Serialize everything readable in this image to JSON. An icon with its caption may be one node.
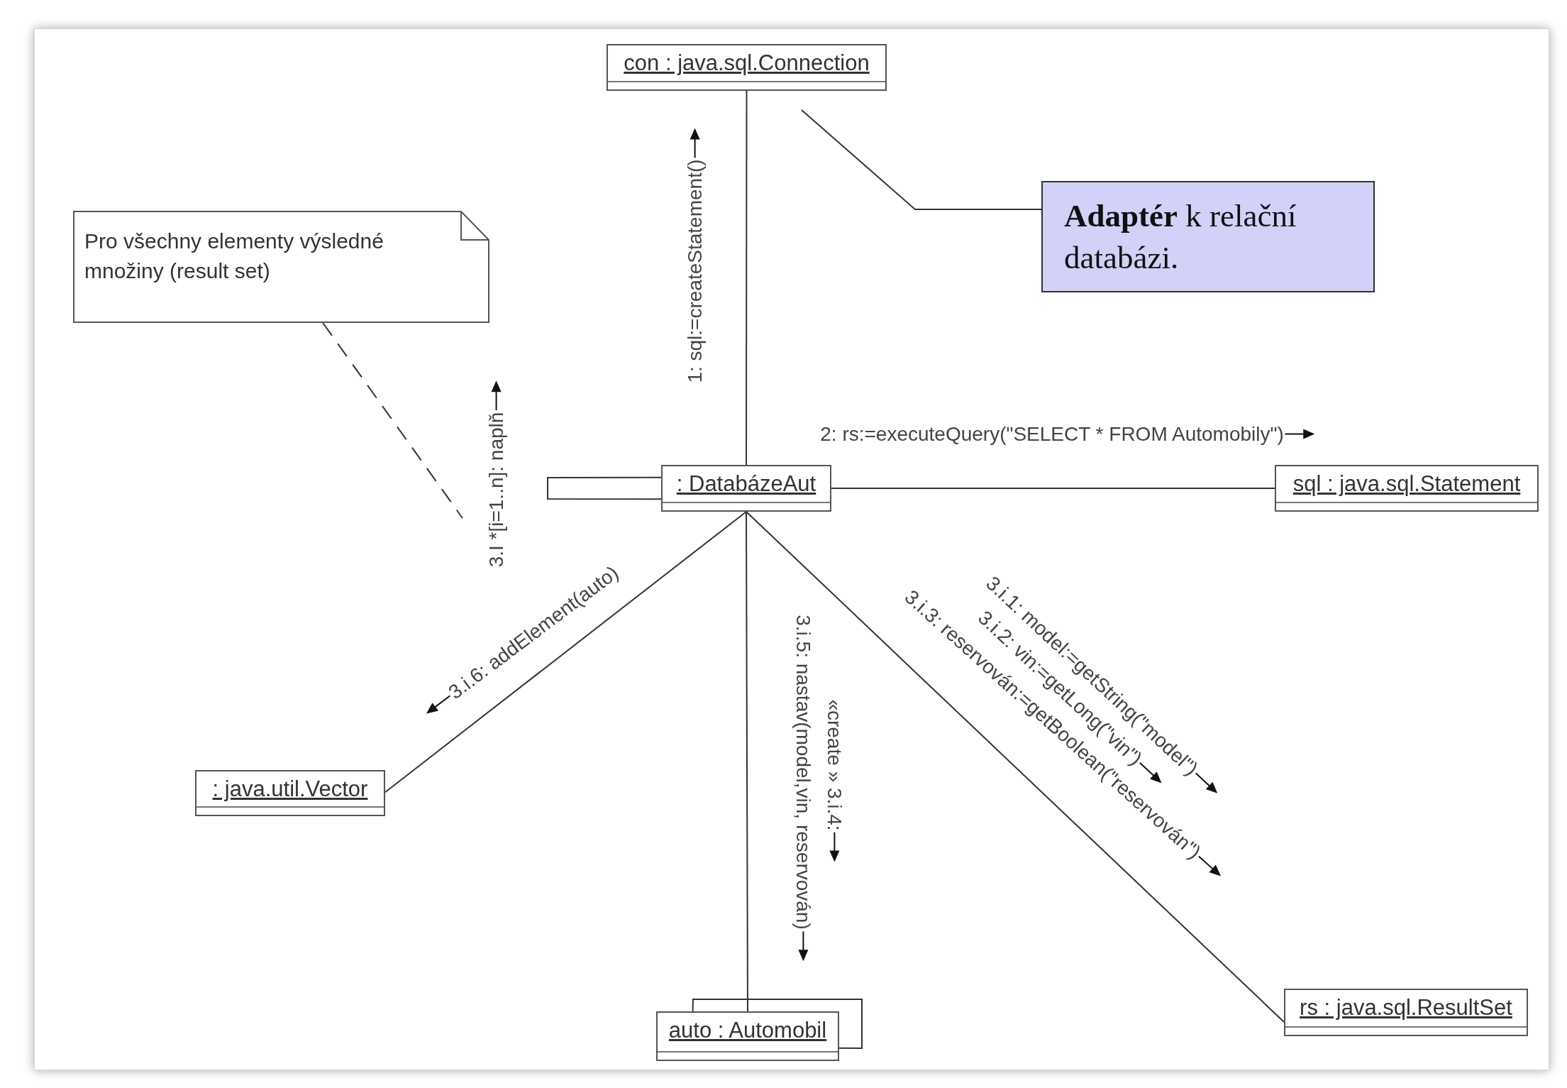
{
  "diagram": {
    "nodes": [
      {
        "text": [
          "con : java.sql.Connection"
        ]
      },
      {
        "text": [
          "**Adaptér** k relační databázi."
        ]
      },
      {
        "text": [
          "Pro všechny elementy výsledné množiny (result set)"
        ]
      },
      {
        "text": [
          ": DatabázeAut"
        ]
      },
      {
        "text": [
          "sql : java.sql.Statement"
        ]
      },
      {
        "text": [
          ": java.util.Vector"
        ]
      },
      {
        "text": [
          "auto : Automobil"
        ]
      },
      {
        "text": [
          "rs : java.sql.ResultSet"
        ]
      }
    ],
    "edges": [
      {
        "from": 3,
        "to": 0,
        "arrow": "none"
      },
      {
        "from": 3,
        "to": 4,
        "arrow": "none"
      },
      {
        "from": 3,
        "to": 5,
        "arrow": "none"
      },
      {
        "from": 3,
        "to": 6,
        "arrow": "none"
      },
      {
        "from": 3,
        "to": 7,
        "arrow": "none"
      },
      {
        "from": 3,
        "to": 3,
        "arrow": "none"
      },
      {
        "from": 6,
        "to": 6,
        "arrow": "none"
      },
      {
        "from": 1,
        "to": null,
        "arrow": "none"
      },
      {
        "from": 2,
        "to": null,
        "arrow": "none",
        "style": "dashed"
      }
    ],
    "labels": [
      "1: sql:=createStatement()",
      "2: rs:=executeQuery(\"SELECT * FROM Automobily\")",
      "3.I *[i=1..n]: naplň",
      "3.i.6: addElement(auto)",
      "3.i.5: nastav(model,vin, reservován)",
      "«create » 3.i.4:",
      "3.i.1: model:=getString(\"model\")",
      "3.i.2: vin:=getLong(\"vin\")",
      "3.i.3: reservován:=getBoolean(\"reservován\")"
    ]
  }
}
